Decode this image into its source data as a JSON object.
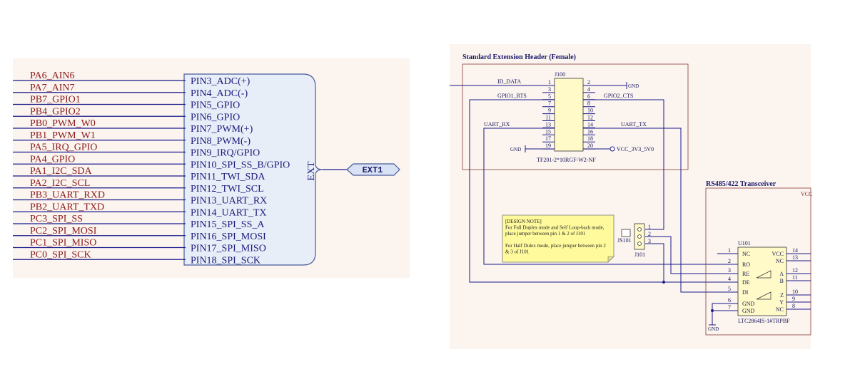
{
  "left": {
    "nets": [
      "PA6_AIN6",
      "PA7_AIN7",
      "PB7_GPIO1",
      "PB4_GPIO2",
      "PB0_PWM_W0",
      "PB1_PWM_W1",
      "PA5_IRQ_GPIO",
      "PA4_GPIO",
      "PA1_I2C_SDA",
      "PA2_I2C_SCL",
      "PB3_UART_RXD",
      "PB2_UART_TXD",
      "PC3_SPI_SS",
      "PC2_SPI_MOSI",
      "PC1_SPI_MISO",
      "PC0_SPI_SCK"
    ],
    "pins": [
      "PIN3_ADC(+)",
      "PIN4_ADC(-)",
      "PIN5_GPIO",
      "PIN6_GPIO",
      "PIN7_PWM(+)",
      "PIN8_PWM(-)",
      "PIN9_IRQ/GPIO",
      "PIN10_SPI_SS_B/GPIO",
      "PIN11_TWI_SDA",
      "PIN12_TWI_SCL",
      "PIN13_UART_RX",
      "PIN14_UART_TX",
      "PIN15_SPI_SS_A",
      "PIN16_SPI_MOSI",
      "PIN17_SPI_MISO",
      "PIN18_SPI_SCK"
    ],
    "bus_label": "EXT",
    "port_label": "EXT1"
  },
  "right": {
    "header": {
      "title": "Standard Extension Header (Female)",
      "ref": "J100",
      "part": "TF201-2*10RGF-W2-NF",
      "left_pins": [
        "1",
        "3",
        "5",
        "7",
        "9",
        "11",
        "13",
        "15",
        "17",
        "19"
      ],
      "right_pins": [
        "2",
        "4",
        "6",
        "8",
        "10",
        "12",
        "14",
        "16",
        "18",
        "20"
      ],
      "id_data": "ID_DATA",
      "gpio1_rts": "GPIO1_RTS",
      "gpio2_cts": "GPIO2_CTS",
      "uart_rx": "UART_RX",
      "uart_tx": "UART_TX",
      "gnd_top": "GND",
      "gnd_bottom": "GND",
      "vcc": "VCC_3V3_5V0"
    },
    "note": {
      "lines": [
        "[DESIGN NOTE]",
        "For Full Duplex mode and Self Loop-back mode,",
        "place jumper between pin 1 & 2 of J101",
        "",
        "For Half Dulex mode, place jumper between pin  2",
        "& 3 of J101"
      ]
    },
    "jumper": {
      "js_ref": "JS101",
      "j_ref": "J101",
      "pins": [
        "1",
        "2",
        "3"
      ]
    },
    "transceiver": {
      "title": "RS485/422 Transceiver",
      "vcc_label": "VCC",
      "ref": "U101",
      "part": "LTC2864IS-1#TRPBF",
      "left_pins": [
        {
          "num": "1",
          "name": "NC"
        },
        {
          "num": "2",
          "name": "RO"
        },
        {
          "num": "3",
          "name": "RE"
        },
        {
          "num": "4",
          "name": "DE"
        },
        {
          "num": "5",
          "name": "DI"
        },
        {
          "num": "6",
          "name": "GND"
        },
        {
          "num": "7",
          "name": "GND"
        }
      ],
      "right_pins": [
        {
          "num": "14",
          "name": "VCC"
        },
        {
          "num": "13",
          "name": "NC"
        },
        {
          "num": "12",
          "name": "A"
        },
        {
          "num": "11",
          "name": "B"
        },
        {
          "num": "10",
          "name": "Z"
        },
        {
          "num": "9",
          "name": "Y"
        },
        {
          "num": "8",
          "name": "NC"
        }
      ],
      "gnd": "GND"
    }
  }
}
